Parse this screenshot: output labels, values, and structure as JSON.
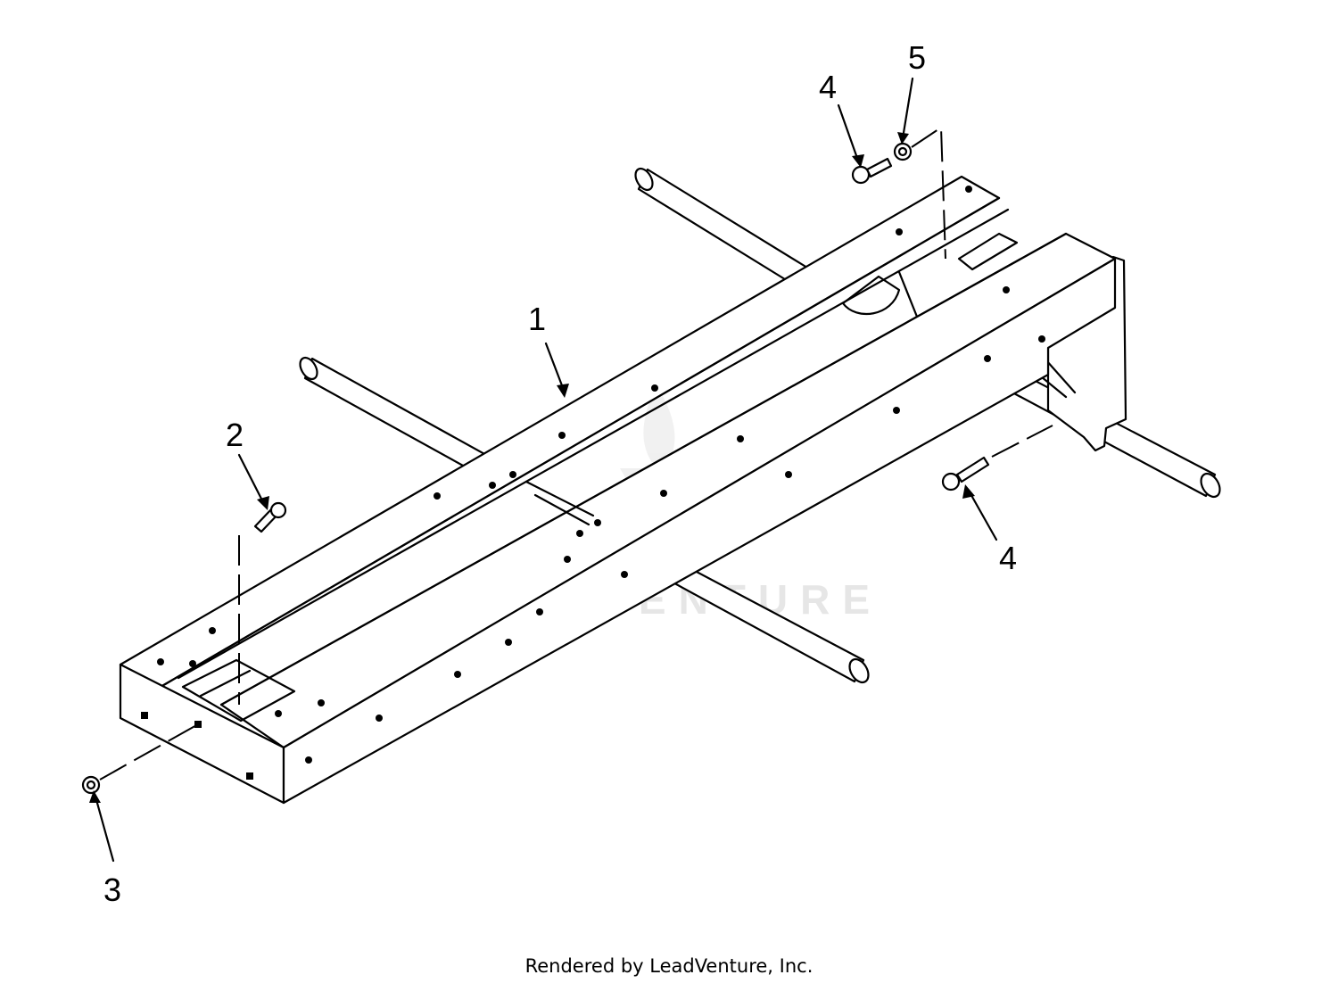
{
  "diagram": {
    "callouts": [
      {
        "id": "1",
        "label": "1"
      },
      {
        "id": "2",
        "label": "2"
      },
      {
        "id": "3",
        "label": "3"
      },
      {
        "id": "4a",
        "label": "4"
      },
      {
        "id": "5",
        "label": "5"
      },
      {
        "id": "4b",
        "label": "4"
      }
    ],
    "watermark": "LEADVENTURE",
    "footer": "Rendered by LeadVenture, Inc."
  }
}
